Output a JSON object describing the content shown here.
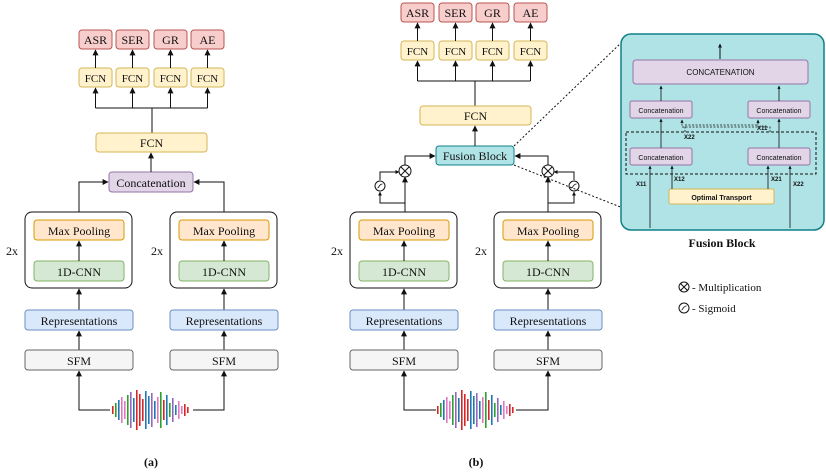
{
  "panel_a": {
    "caption": "(a)",
    "heads": [
      "ASR",
      "SER",
      "GR",
      "AE"
    ],
    "fcn": "FCN",
    "concat": "Concatenation",
    "branches": [
      {
        "repeat": "2x",
        "pool": "Max Pooling",
        "cnn": "1D-CNN",
        "repr": "Representations",
        "sfm": "SFM"
      },
      {
        "repeat": "2x",
        "pool": "Max Pooling",
        "cnn": "1D-CNN",
        "repr": "Representations",
        "sfm": "SFM"
      }
    ]
  },
  "panel_b": {
    "caption": "(b)",
    "heads": [
      "ASR",
      "SER",
      "GR",
      "AE"
    ],
    "fcn": "FCN",
    "fusion": "Fusion Block",
    "branches": [
      {
        "repeat": "2x",
        "pool": "Max Pooling",
        "cnn": "1D-CNN",
        "repr": "Representations",
        "sfm": "SFM"
      },
      {
        "repeat": "2x",
        "pool": "Max Pooling",
        "cnn": "1D-CNN",
        "repr": "Representations",
        "sfm": "SFM"
      }
    ]
  },
  "fusion_detail": {
    "title": "Fusion Block",
    "top": "CONCATENATION",
    "mid_left": "Concatenation",
    "mid_right": "Concatenation",
    "low_left": "Concatenation",
    "low_right": "Concatenation",
    "ot": "Optimal Transport",
    "labels": {
      "x11": "X11",
      "x12": "X12",
      "x21": "X21",
      "x22": "X22",
      "x22b": "X22",
      "x11b": "X11"
    }
  },
  "legend": {
    "mult": "- Multiplication",
    "sig": "- Sigmoid"
  },
  "colors": {
    "red_fill": "#f8cecc",
    "red_stroke": "#b85450",
    "yellow_fill": "#fff2cc",
    "yellow_stroke": "#d6b656",
    "purple_fill": "#e1d5e7",
    "purple_stroke": "#9673a6",
    "orange_fill": "#ffe6cc",
    "orange_stroke": "#d79b00",
    "green_fill": "#d5e8d4",
    "green_stroke": "#82b366",
    "blue_fill": "#dae8fc",
    "blue_stroke": "#6c8ebf",
    "grey_fill": "#f5f5f5",
    "grey_stroke": "#666666",
    "teal_fill": "#b0e3e6",
    "teal_stroke": "#0e8088"
  }
}
